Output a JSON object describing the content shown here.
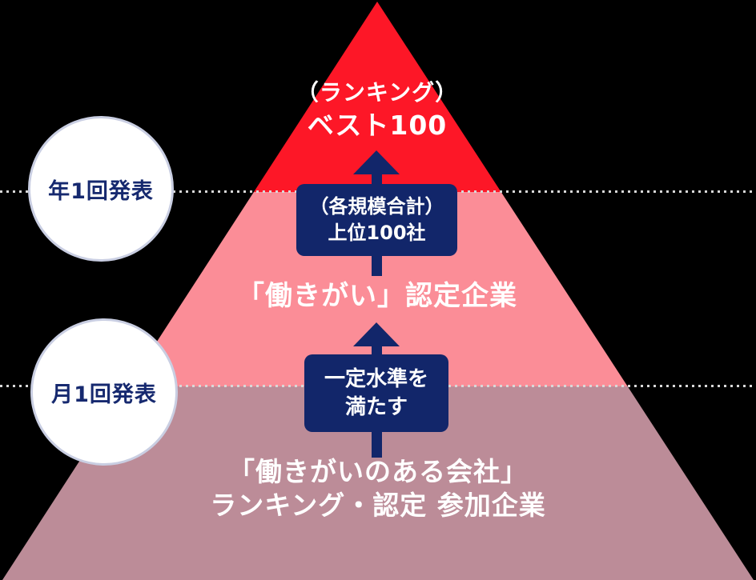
{
  "colors": {
    "background": "#000000",
    "tier_top_red": "#FD1727",
    "tier_middle_pink": "#FB8D97",
    "tier_bottom_mauve": "#BC8C98",
    "navy": "#12266A",
    "white": "#FFFFFF",
    "dotted_line": "#D8D8D8",
    "circle_border": "#C9CEE2",
    "circle_text": "#16296F"
  },
  "pyramid": {
    "tiers": [
      {
        "name": "top",
        "label_line1": "（ランキング）",
        "label_line2": "ベスト100"
      },
      {
        "name": "middle",
        "label": "「働きがい」認定企業"
      },
      {
        "name": "bottom",
        "label_line1": "「働きがいのある会社」",
        "label_line2": "ランキング・認定 参加企業"
      }
    ]
  },
  "callouts": [
    {
      "line1": "（各規模合計）",
      "line2": "上位100社"
    },
    {
      "line1": "一定水準を",
      "line2": "満たす"
    }
  ],
  "badges": [
    {
      "label": "年1回発表"
    },
    {
      "label": "月1回発表"
    }
  ]
}
